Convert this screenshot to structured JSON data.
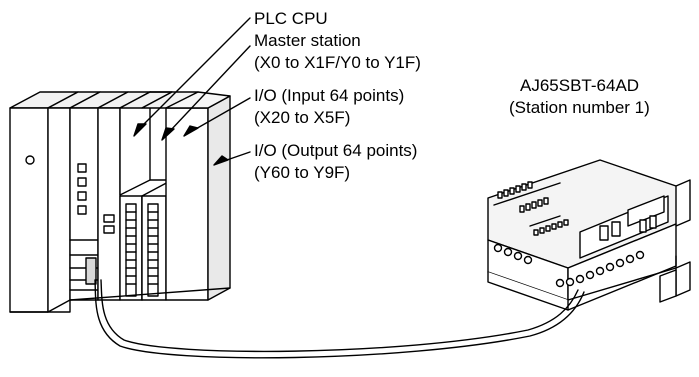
{
  "labels": {
    "plc_cpu": "PLC CPU",
    "master_station": "Master station",
    "master_station_range": "(X0 to X1F/Y0 to Y1F)",
    "io_input": "I/O (Input 64 points)",
    "io_input_range": "(X20 to X5F)",
    "io_output": "I/O (Output 64 points)",
    "io_output_range": "(Y60 to Y9F)",
    "remote_model": "AJ65SBT-64AD",
    "remote_station": "(Station number 1)"
  }
}
